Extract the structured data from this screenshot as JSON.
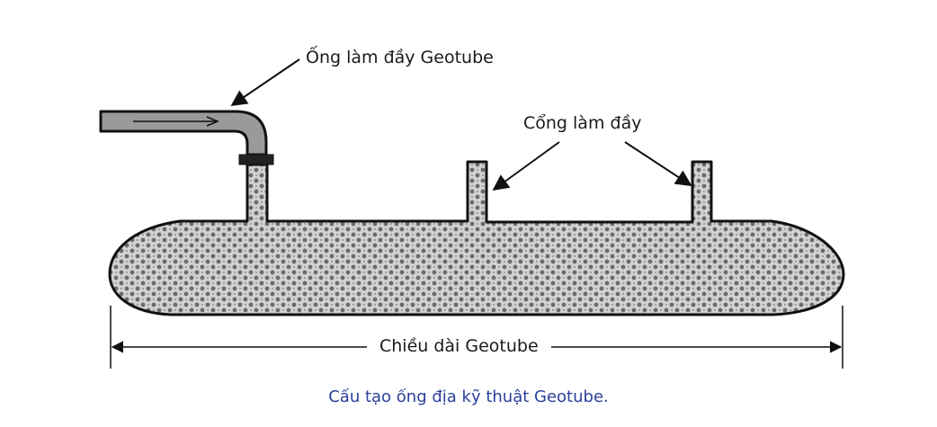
{
  "labels": {
    "fill_pipe": "Ống làm đầy Geotube",
    "fill_port": "Cổng làm đầy",
    "length": "Chiều dài Geotube"
  },
  "caption": "Cấu tạo ống địa kỹ thuật Geotube.",
  "colors": {
    "outline": "#111111",
    "fill": "#cfcfcf",
    "dots": "#6a6a6a",
    "pipe": "#9a9a9a",
    "caption": "#2b3f9c"
  }
}
